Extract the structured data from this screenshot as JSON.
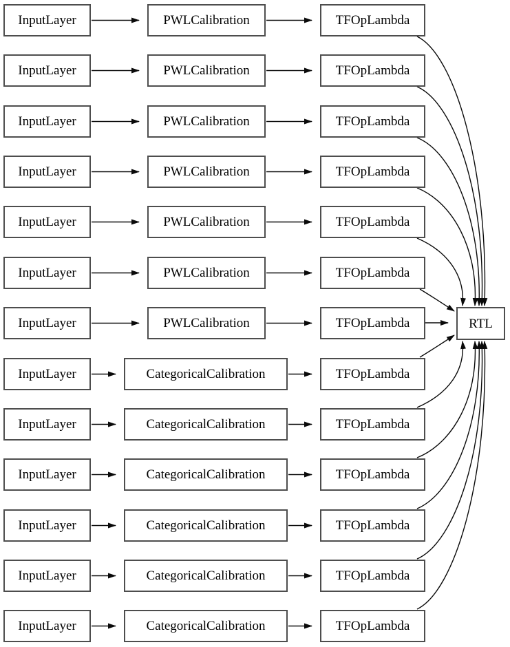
{
  "diagram": {
    "type": "model-graph",
    "background_color": "#ffffff",
    "node_fill": "#ffffff",
    "node_border_color": "#4d4d4d",
    "edge_color": "#0a0a0a",
    "text_color": "#000000",
    "output_node": {
      "label": "RTL"
    },
    "rows": [
      {
        "input": "InputLayer",
        "calibration": "PWLCalibration",
        "op": "TFOpLambda"
      },
      {
        "input": "InputLayer",
        "calibration": "PWLCalibration",
        "op": "TFOpLambda"
      },
      {
        "input": "InputLayer",
        "calibration": "PWLCalibration",
        "op": "TFOpLambda"
      },
      {
        "input": "InputLayer",
        "calibration": "PWLCalibration",
        "op": "TFOpLambda"
      },
      {
        "input": "InputLayer",
        "calibration": "PWLCalibration",
        "op": "TFOpLambda"
      },
      {
        "input": "InputLayer",
        "calibration": "PWLCalibration",
        "op": "TFOpLambda"
      },
      {
        "input": "InputLayer",
        "calibration": "PWLCalibration",
        "op": "TFOpLambda"
      },
      {
        "input": "InputLayer",
        "calibration": "CategoricalCalibration",
        "op": "TFOpLambda"
      },
      {
        "input": "InputLayer",
        "calibration": "CategoricalCalibration",
        "op": "TFOpLambda"
      },
      {
        "input": "InputLayer",
        "calibration": "CategoricalCalibration",
        "op": "TFOpLambda"
      },
      {
        "input": "InputLayer",
        "calibration": "CategoricalCalibration",
        "op": "TFOpLambda"
      },
      {
        "input": "InputLayer",
        "calibration": "CategoricalCalibration",
        "op": "TFOpLambda"
      },
      {
        "input": "InputLayer",
        "calibration": "CategoricalCalibration",
        "op": "TFOpLambda"
      }
    ]
  }
}
